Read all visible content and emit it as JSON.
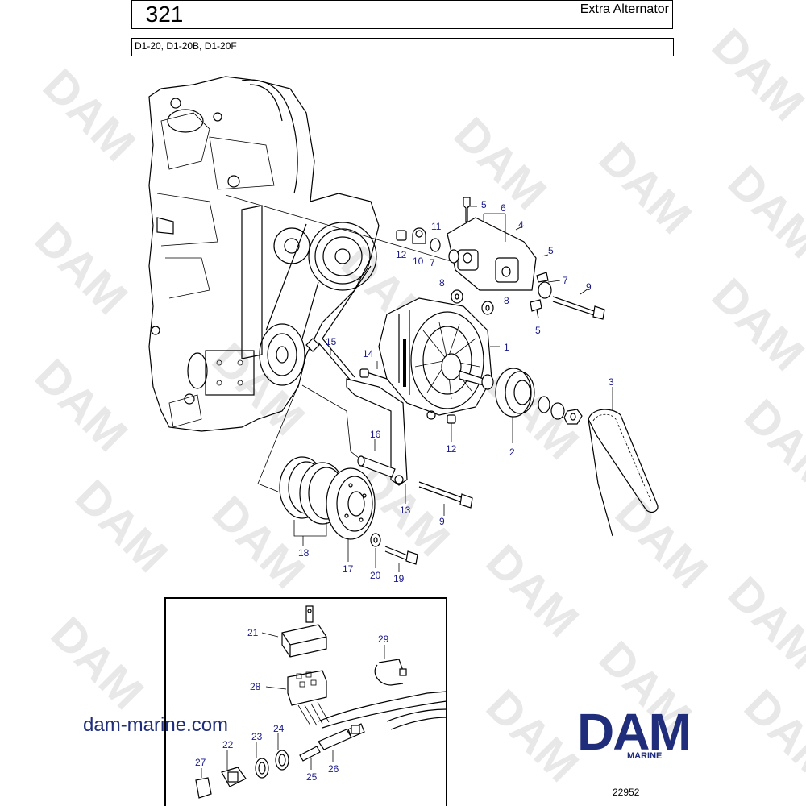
{
  "header": {
    "page_number": "321",
    "title": "Extra Alternator",
    "models": "D1-20, D1-20B, D1-20F"
  },
  "watermark": "DAM",
  "website": "dam-marine.com",
  "logo": {
    "text": "DAM",
    "subtitle": "MARINE"
  },
  "drawing_number": "22952",
  "colors": {
    "label": "#1a1a8c",
    "brand": "#1f2d7a",
    "watermark": "#e8e8e8"
  },
  "callouts": [
    "1",
    "2",
    "3",
    "4",
    "5",
    "5",
    "5",
    "6",
    "7",
    "7",
    "8",
    "8",
    "9",
    "9",
    "10",
    "11",
    "12",
    "12",
    "13",
    "14",
    "15",
    "16",
    "17",
    "18",
    "19",
    "20",
    "21",
    "22",
    "23",
    "24",
    "25",
    "26",
    "27",
    "28",
    "29"
  ]
}
